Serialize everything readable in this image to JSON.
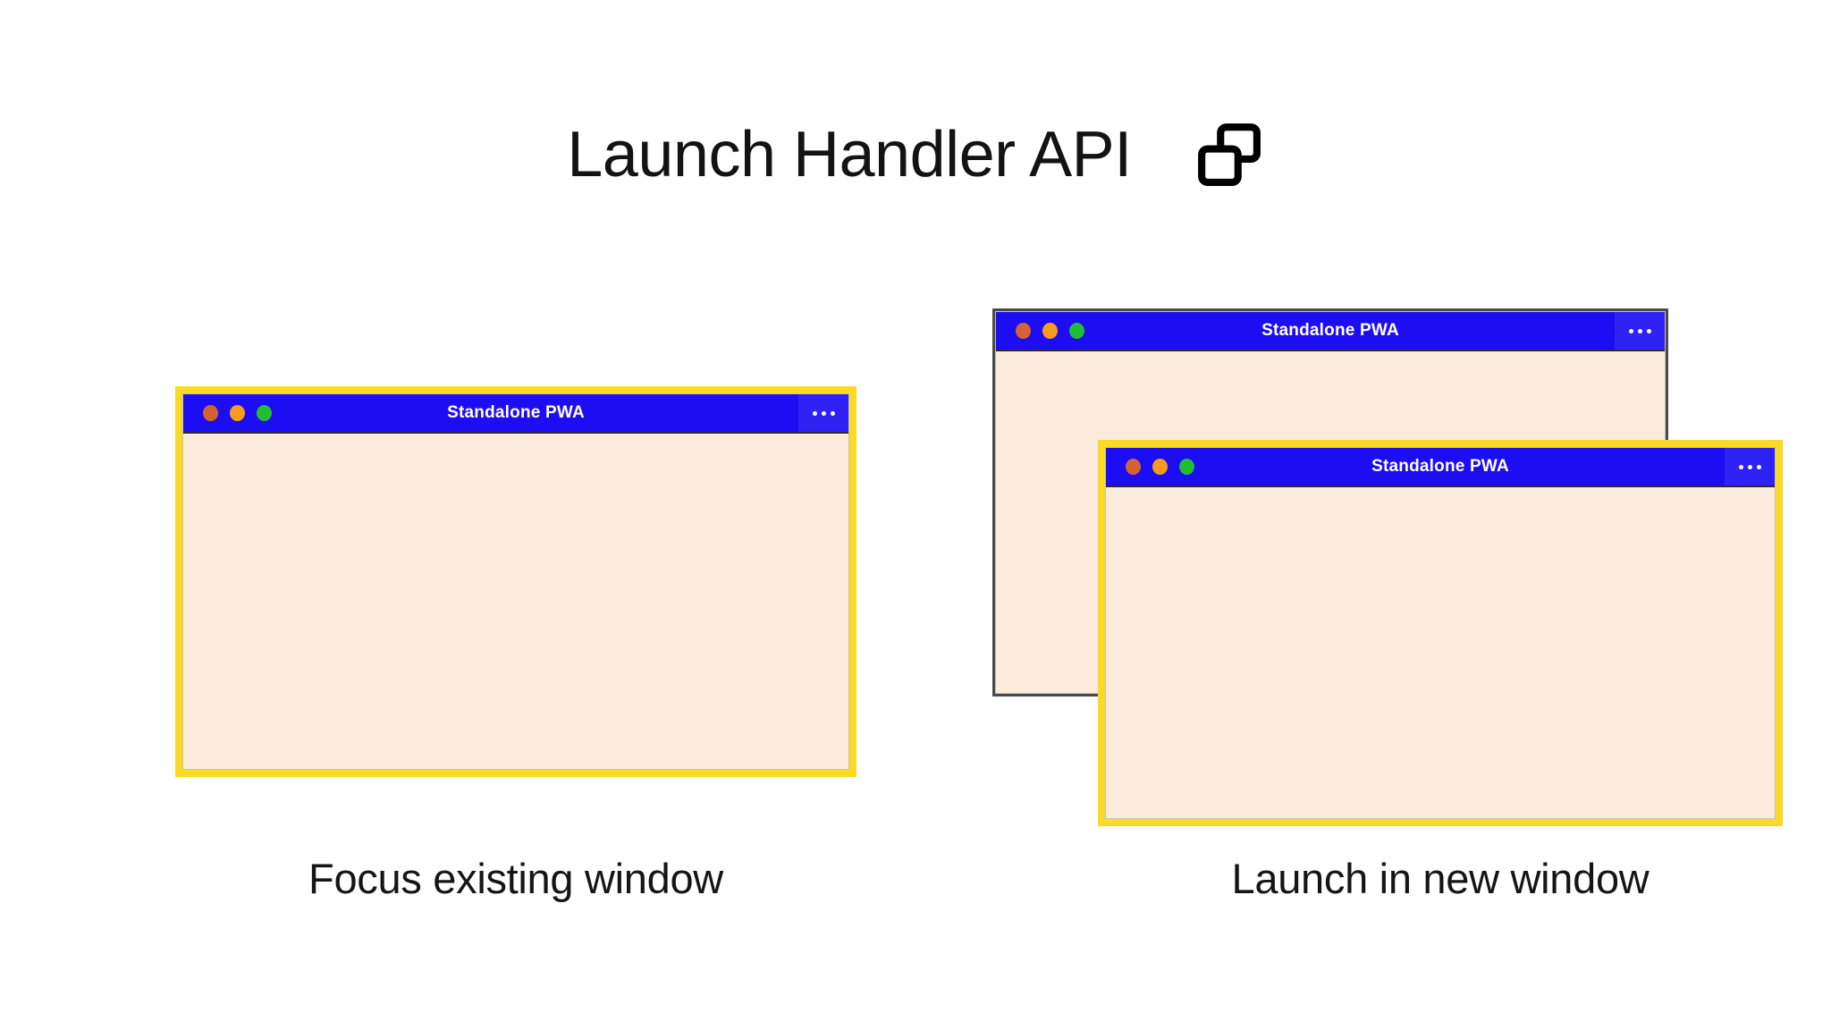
{
  "page": {
    "background_color": "#ffffff"
  },
  "header": {
    "title": "Launch Handler API",
    "icon": "two-windows-icon",
    "icon_color": "#000000"
  },
  "colors": {
    "titlebar_blue": "#1d0df2",
    "menu_button_blue": "#2f22f4",
    "window_body_cream": "#faebdc",
    "highlight_border_yellow": "#fada24",
    "plain_border_gray": "#4a4a4a",
    "traffic_red": "#d3642f",
    "traffic_yellow": "#f89c1c",
    "traffic_green": "#22bd33",
    "text_dark": "#131313"
  },
  "scenarios": [
    {
      "id": "focus-existing",
      "caption": "Focus existing window",
      "windows": [
        {
          "id": "window-focus",
          "title": "Standalone PWA",
          "menu_icon": "ellipsis-icon",
          "focused": true,
          "controls": [
            "close-dot",
            "minimize-dot",
            "maximize-dot"
          ]
        }
      ]
    },
    {
      "id": "launch-new",
      "caption": "Launch in new window",
      "windows": [
        {
          "id": "window-existing-back",
          "title": "Standalone PWA",
          "menu_icon": "ellipsis-icon",
          "focused": false,
          "controls": [
            "close-dot",
            "minimize-dot",
            "maximize-dot"
          ]
        },
        {
          "id": "window-new-front",
          "title": "Standalone PWA",
          "menu_icon": "ellipsis-icon",
          "focused": true,
          "controls": [
            "close-dot",
            "minimize-dot",
            "maximize-dot"
          ]
        }
      ]
    }
  ]
}
